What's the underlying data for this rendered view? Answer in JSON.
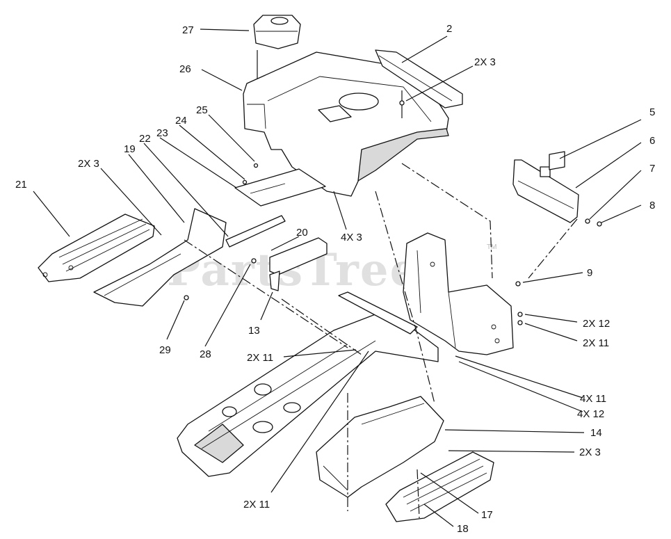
{
  "watermark": {
    "text": "PartsTree",
    "trademark": "TM"
  },
  "callouts": {
    "c2": "2",
    "c2x3_top": "2X 3",
    "c5": "5",
    "c6": "6",
    "c7": "7",
    "c8": "8",
    "c9": "9",
    "c2x12_r": "2X 12",
    "c2x11_r": "2X 11",
    "c4x11": "4X 11",
    "c4x12": "4X 12",
    "c14": "14",
    "c2x3_br": "2X 3",
    "c17": "17",
    "c18": "18",
    "c2x11_bl": "2X 11",
    "c2x11_mid": "2X 11",
    "c29": "29",
    "c28": "28",
    "c13": "13",
    "c20": "20",
    "c4x3": "4X 3",
    "c21": "21",
    "c2x3_l": "2X 3",
    "c19": "19",
    "c22": "22",
    "c23": "23",
    "c24": "24",
    "c25": "25",
    "c26": "26",
    "c27": "27"
  }
}
